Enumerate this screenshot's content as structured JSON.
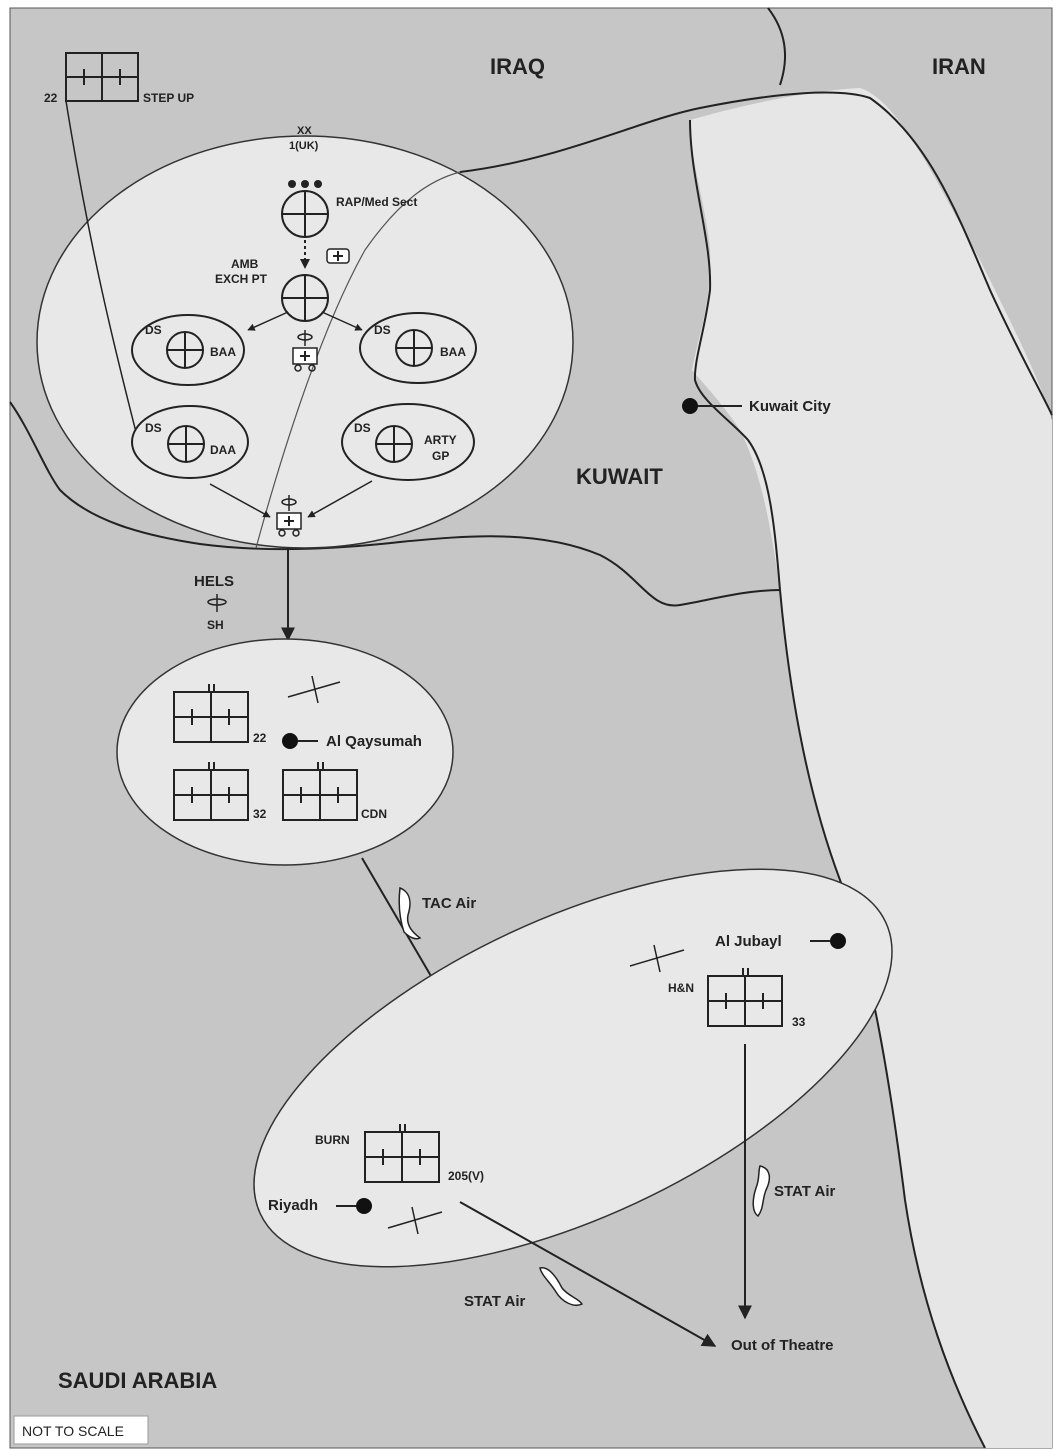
{
  "countries": {
    "iraq": "IRAQ",
    "iran": "IRAN",
    "kuwait": "KUWAIT",
    "saudi_arabia": "SAUDI ARABIA"
  },
  "cities": {
    "kuwait_city": "Kuwait City",
    "al_qaysumah": "Al Qaysumah",
    "al_jubayl": "Al Jubayl",
    "riyadh": "Riyadh"
  },
  "division": {
    "echelon": "XX",
    "name": "1(UK)",
    "rap_label": "RAP/Med Sect",
    "amb_line1": "AMB",
    "amb_line2": "EXCH PT",
    "ds": "DS",
    "baa": "BAA",
    "daa": "DAA",
    "arty_line1": "ARTY",
    "arty_line2": "GP"
  },
  "step_up": {
    "number": "22",
    "label": "STEP UP"
  },
  "hels": {
    "line1": "HELS",
    "line2": "SH"
  },
  "qaysumah_group": {
    "hosp_22": "22",
    "hosp_32": "32",
    "hosp_cdn": "CDN"
  },
  "rear_group": {
    "hn_label": "H&N",
    "hosp_33": "33",
    "burn_label": "BURN",
    "hosp_205": "205(V)"
  },
  "routes": {
    "tac_air": "TAC Air",
    "stat_air_1": "STAT Air",
    "stat_air_2": "STAT Air",
    "out_of_theatre": "Out of Theatre"
  },
  "note": "NOT TO SCALE",
  "colors": {
    "land": "#c6c6c6",
    "gulf": "#e6e6e6",
    "oval_fill": "#e8e8e8",
    "line": "#222222"
  }
}
